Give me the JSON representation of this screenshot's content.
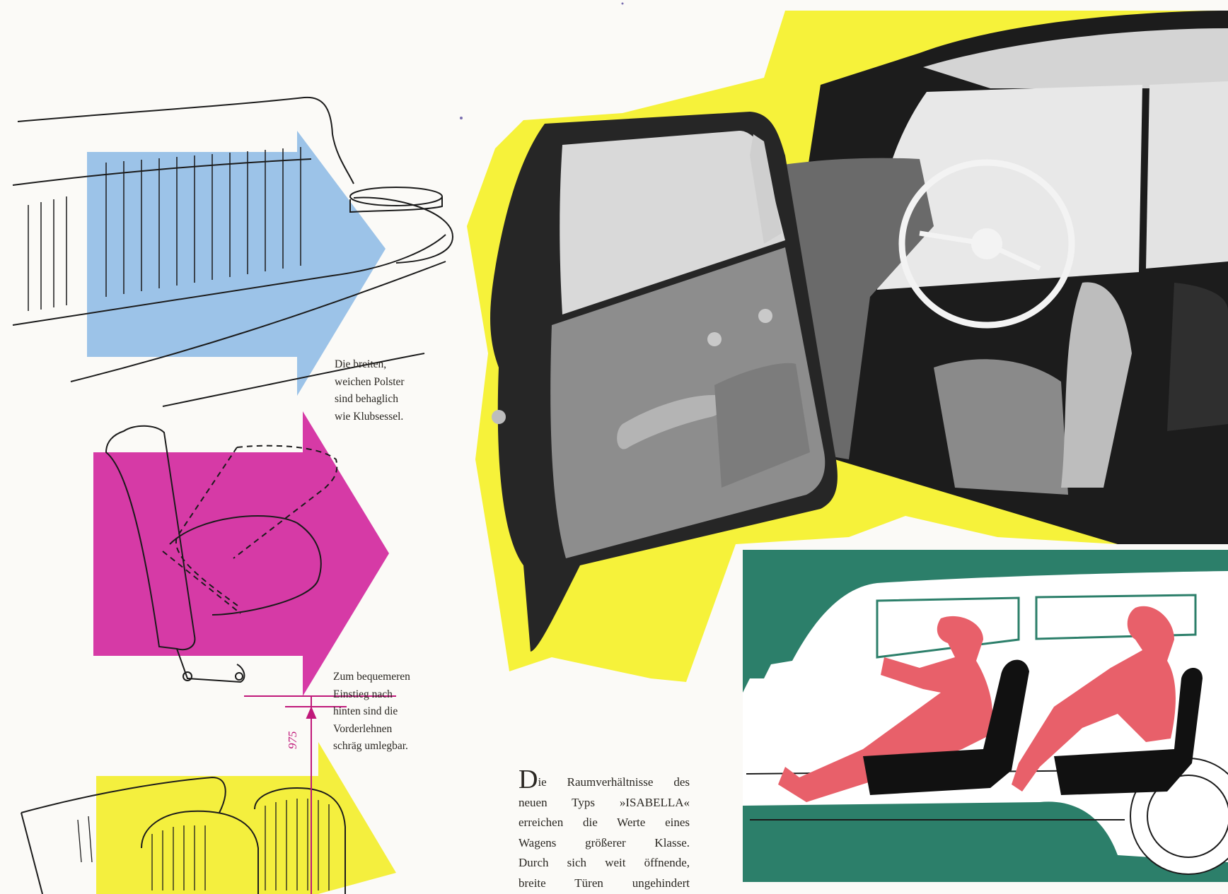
{
  "caption_upholstery": {
    "lines": [
      "Die breiten,",
      "weichen Polster",
      "sind behaglich",
      "wie Klubsessel."
    ]
  },
  "caption_seat": {
    "lines": [
      "Zum bequemeren",
      "Einstieg nach",
      "hinten sind die",
      "Vorderlehnen",
      "schräg umlegbar."
    ]
  },
  "dimension": {
    "label": "975"
  },
  "body_text": {
    "dropcap": "D",
    "lines": [
      "ie Raumverhältnisse des",
      "neuen Typs »ISABELLA«",
      "erreichen die Werte eines",
      "Wagens größerer Klasse.",
      "Durch sich weit öffnende,",
      "breite Türen ungehindert"
    ]
  },
  "colors": {
    "blue_arrow": "#9cc3e8",
    "magenta_arrow": "#d63aa6",
    "yellow_arrow": "#f4ef3e",
    "yellow_background": "#f6f23a",
    "teal_panel": "#2c7f6a",
    "figure_red": "#e8606a",
    "dimension_line": "#c0187a"
  }
}
